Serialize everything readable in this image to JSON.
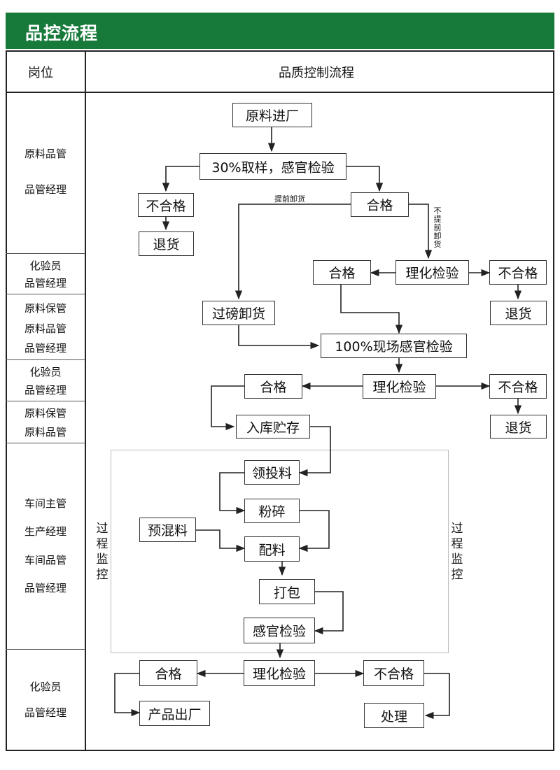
{
  "header": {
    "title": "品控流程"
  },
  "table": {
    "col_role": "岗位",
    "col_flow": "品质控制流程"
  },
  "roles": [
    {
      "lines": [
        "原料品管",
        "品管经理"
      ]
    },
    {
      "lines": [
        "化验员",
        "品管经理"
      ]
    },
    {
      "lines": [
        "原料保管",
        "原料品管",
        "品管经理"
      ]
    },
    {
      "lines": [
        "化验员",
        "品管经理"
      ]
    },
    {
      "lines": [
        "原料保管",
        "原料品管"
      ]
    },
    {
      "lines": [
        "车间主管",
        "生产经理",
        "车间品管",
        "品管经理"
      ]
    },
    {
      "lines": [
        "化验员",
        "品管经理"
      ]
    }
  ],
  "nodes": {
    "raw_in": "原料进厂",
    "sample": "30%取样，感官检验",
    "fail1": "不合格",
    "return1": "退货",
    "pass1": "合格",
    "lab1": "理化检验",
    "pass2": "合格",
    "fail2": "不合格",
    "return2": "退货",
    "weigh": "过磅卸货",
    "onsite": "100%现场感官检验",
    "lab2": "理化检验",
    "pass3": "合格",
    "fail3": "不合格",
    "return3": "退货",
    "storage": "入库贮存",
    "draw": "领投料",
    "crush": "粉碎",
    "premix": "预混料",
    "batch": "配料",
    "pack": "打包",
    "sensory": "感官检验",
    "lab3": "理化检验",
    "pass4": "合格",
    "fail4": "不合格",
    "ship": "产品出厂",
    "handle": "处理"
  },
  "labels": {
    "advance_unload": "提前卸货",
    "no_advance_unload": "不提前卸货",
    "process_monitor": "过程监控"
  }
}
